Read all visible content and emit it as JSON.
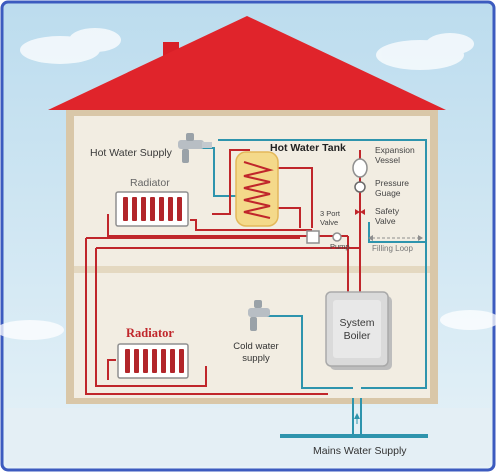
{
  "labels": {
    "hot_water_supply": "Hot Water Supply",
    "hot_water_tank": "Hot Water Tank",
    "expansion_vessel_1": "Expansion",
    "expansion_vessel_2": "Vessel",
    "pressure_gauge_1": "Pressure",
    "pressure_gauge_2": "Guage",
    "safety_valve_1": "Safety",
    "safety_valve_2": "Valve",
    "port_valve_1": "3 Port",
    "port_valve_2": "Valve",
    "pump": "Pump",
    "filling_loop": "Filling Loop",
    "radiator_upper": "Radiator",
    "radiator_lower": "Radiator",
    "system_boiler_1": "System",
    "system_boiler_2": "Boiler",
    "cold_water_1": "Cold water",
    "cold_water_2": "supply",
    "mains_water_supply": "Mains Water Supply"
  },
  "colors": {
    "frame_border": "#3c5bbf",
    "sky": "#cfe6f2",
    "roof": "#e0242b",
    "house_wall": "#f2ede2",
    "house_border": "#d9c7a8",
    "heating_pipe": "#c0262b",
    "water_pipe": "#2e94ad",
    "tank_fill": "#f4d98a",
    "boiler_fill": "#d8d8d8"
  },
  "icons": [
    "tap-icon",
    "hot-water-tank-icon",
    "radiator-icon",
    "boiler-icon",
    "pump-icon",
    "valve-icon",
    "expansion-vessel-icon",
    "pressure-gauge-icon",
    "safety-valve-icon",
    "arrow-icon"
  ]
}
